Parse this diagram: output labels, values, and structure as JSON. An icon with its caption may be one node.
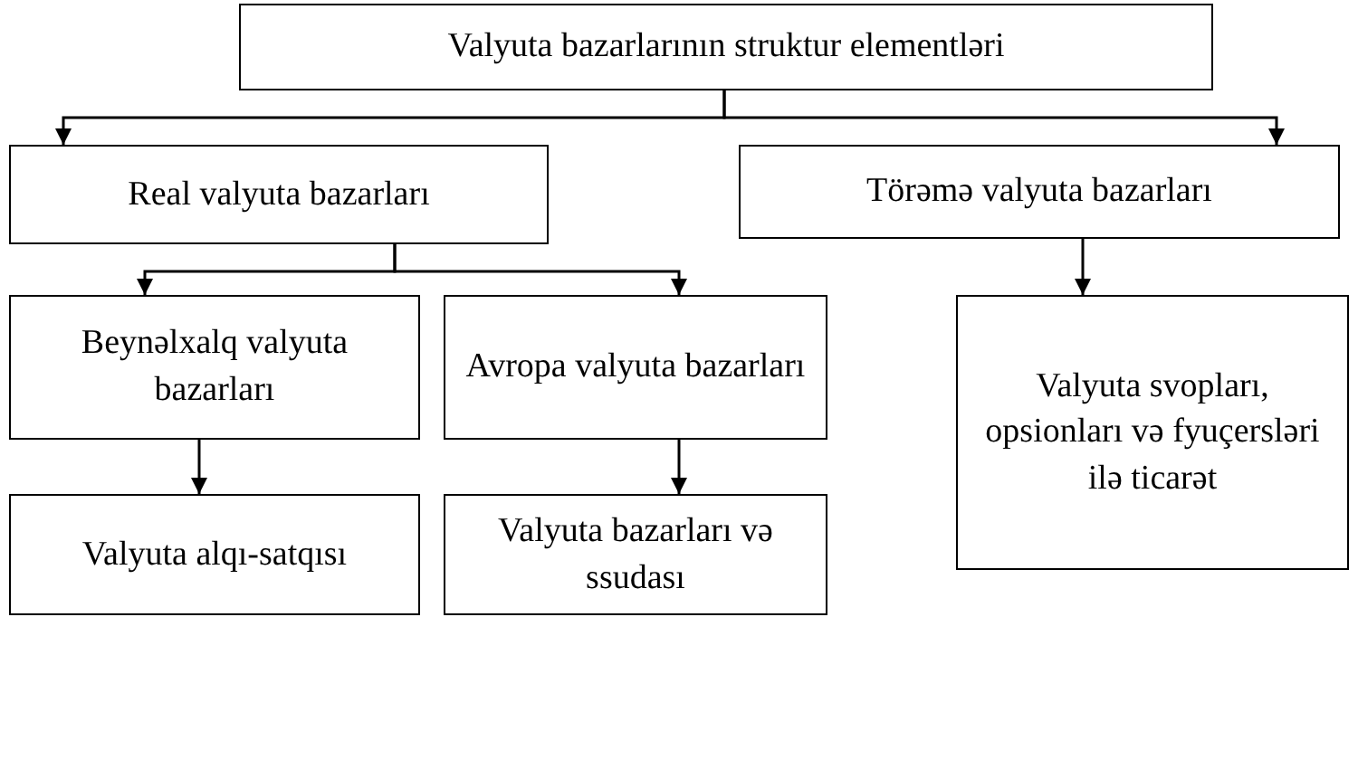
{
  "diagram": {
    "nodes": [
      {
        "text": [
          "Valyuta bazarlarının struktur elementləri"
        ]
      },
      {
        "text": [
          "Real valyuta bazarları"
        ]
      },
      {
        "text": [
          "Törəmə valyuta bazarları"
        ]
      },
      {
        "text": [
          "Beynəlxalq valyuta bazarları"
        ]
      },
      {
        "text": [
          "Avropa valyuta bazarları"
        ]
      },
      {
        "text": [
          "Valyuta svopları, opsionları və fyuçersləri ilə ticarət"
        ]
      },
      {
        "text": [
          "Valyuta alqı-satqısı"
        ]
      },
      {
        "text": [
          "Valyuta bazarları və ssudası"
        ]
      }
    ],
    "edges": [
      {
        "from": 0,
        "to": 1,
        "arrow": "to"
      },
      {
        "from": 0,
        "to": 2,
        "arrow": "to"
      },
      {
        "from": 1,
        "to": 3,
        "arrow": "to"
      },
      {
        "from": 1,
        "to": 4,
        "arrow": "to"
      },
      {
        "from": 2,
        "to": 5,
        "arrow": "to"
      },
      {
        "from": 3,
        "to": 6,
        "arrow": "to"
      },
      {
        "from": 4,
        "to": 7,
        "arrow": "to"
      }
    ]
  }
}
